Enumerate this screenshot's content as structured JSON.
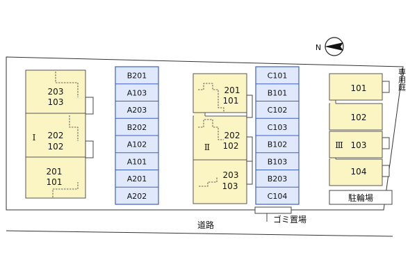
{
  "compass": {
    "label": "N"
  },
  "building_I": {
    "roman": "I",
    "units": [
      {
        "upper": "203",
        "lower": "103"
      },
      {
        "upper": "202",
        "lower": "102"
      },
      {
        "upper": "201",
        "lower": "101"
      }
    ]
  },
  "parking_A": [
    "B201",
    "A103",
    "A203",
    "B202",
    "A102",
    "A101",
    "A201",
    "A202"
  ],
  "building_II": {
    "roman": "Ⅱ",
    "units": [
      {
        "upper": "201",
        "lower": "101"
      },
      {
        "upper": "202",
        "lower": "102"
      },
      {
        "upper": "203",
        "lower": "103"
      }
    ]
  },
  "parking_C": [
    "C101",
    "B101",
    "C102",
    "C103",
    "B102",
    "B103",
    "B203",
    "C104"
  ],
  "building_III": {
    "roman": "Ⅲ",
    "units": [
      "101",
      "102",
      "103",
      "104"
    ]
  },
  "labels": {
    "bicycle_parking": "駐輪場",
    "private_garden": "専用庭",
    "garbage": "ゴミ置場",
    "road": "道路"
  }
}
